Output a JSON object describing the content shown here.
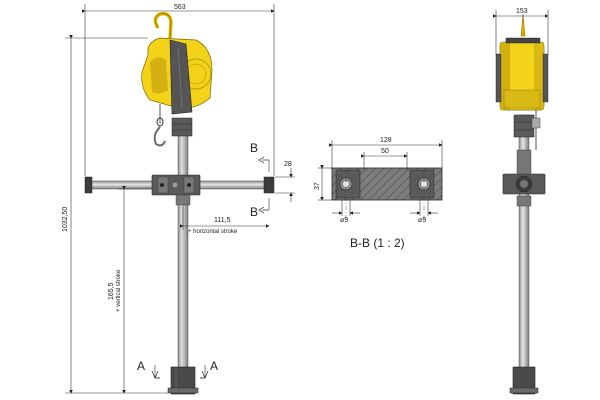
{
  "dimensions": {
    "overall_width": "563",
    "side_width": "153",
    "overall_height": "1032,50",
    "vertical_stroke": "165,5",
    "vertical_stroke_label": "+ vertical stroke",
    "horizontal_stroke": "111,5",
    "horizontal_stroke_label": "+ horizontal stroke",
    "bar_height": "28",
    "section_width": "128",
    "hole_spacing": "50",
    "section_height": "37",
    "hole_left": "⌀9",
    "hole_right": "⌀9"
  },
  "section_markers": {
    "b_top": "B",
    "b_bottom": "B",
    "a_left": "A",
    "a_right": "A"
  },
  "section_caption": "B-B (1 : 2)",
  "colors": {
    "balancer_yellow": "#f2d31a",
    "balancer_shadow": "#c9a90e",
    "steel": "#c8c8c8",
    "steel_dark": "#6f6f6f",
    "dark_part": "#3c3c3c",
    "hatch_fill": "#8a8a8a",
    "line": "#222222"
  }
}
